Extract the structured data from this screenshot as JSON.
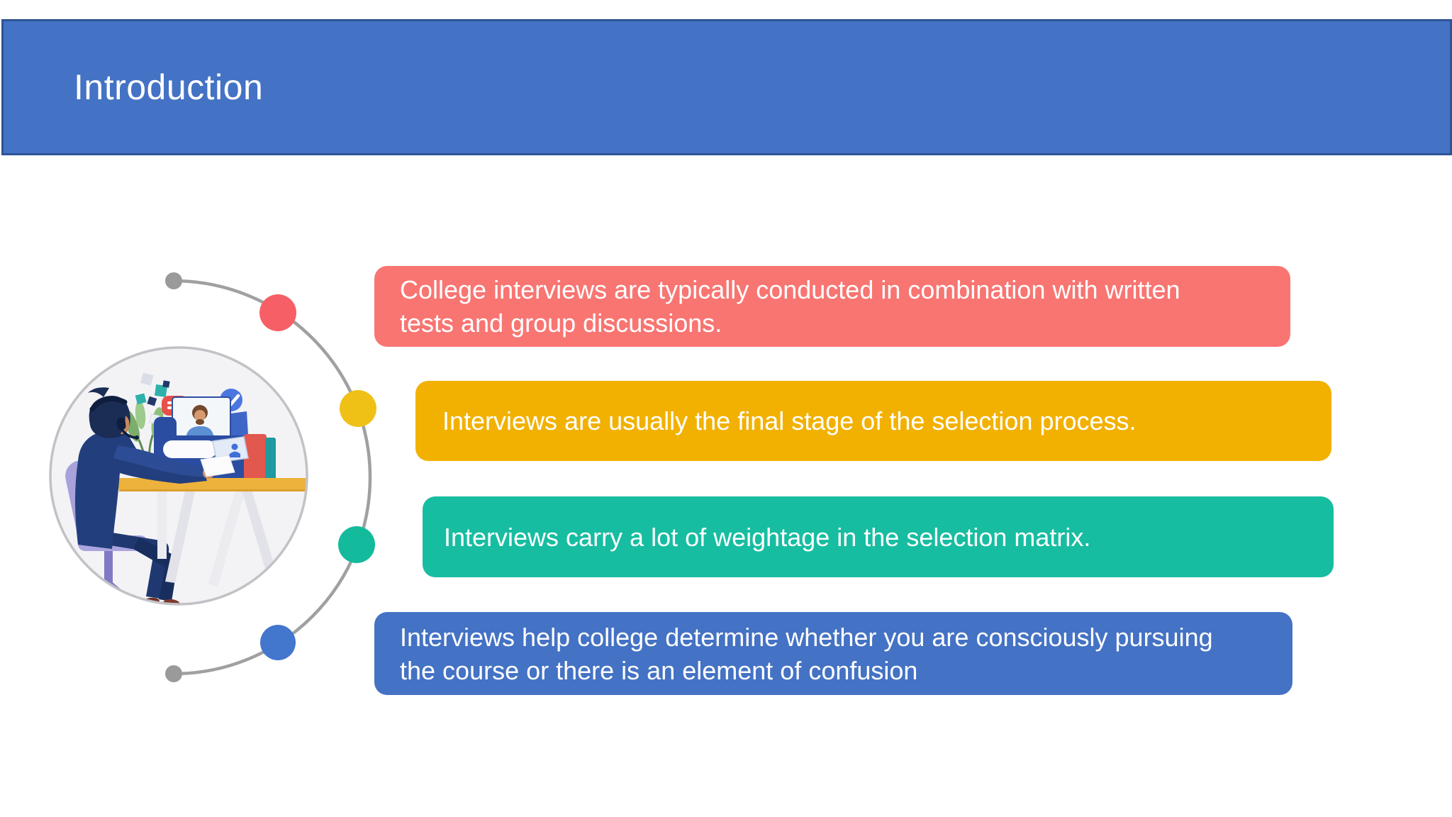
{
  "header": {
    "title": "Introduction",
    "bg_color": "#4472C4",
    "border_color": "#2E5395",
    "text_color": "#FFFFFF"
  },
  "bullets": [
    {
      "text": "College interviews are typically conducted in combination with written tests and group discussions.",
      "color": "#F87572",
      "dot_color": "#F75F66"
    },
    {
      "text": "Interviews are usually the final stage of the selection process.",
      "color": "#F2B101",
      "dot_color": "#EFC117"
    },
    {
      "text": "Interviews carry a lot of weightage in the selection matrix.",
      "color": "#17BDA1",
      "dot_color": "#14BA9C"
    },
    {
      "text": "Interviews help college determine whether you are consciously pursuing the course or there is an element of confusion",
      "color": "#4472C4",
      "dot_color": "#4376CD"
    }
  ],
  "timeline": {
    "arc_color": "#A0A0A0",
    "endpoint_dot_color": "#9A9A9A"
  },
  "illustration": {
    "alt": "Person wearing a headset, sitting on a purple chair at a desk, speaking with an interviewer on a computer video call"
  }
}
